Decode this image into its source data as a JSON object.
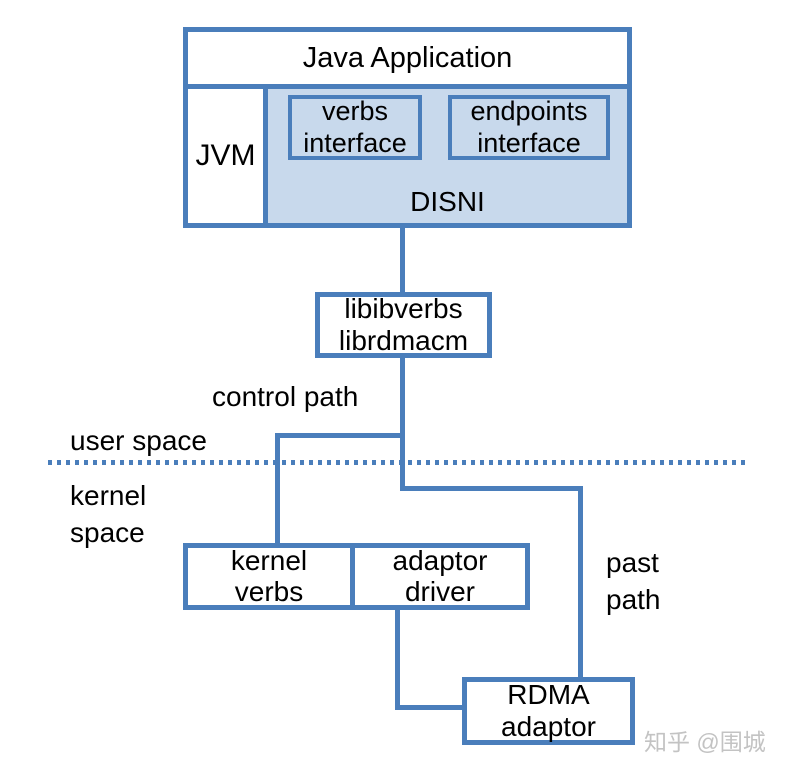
{
  "colors": {
    "line_blue": "#4a7ebb",
    "fill_light_blue": "#c8d9ec",
    "text_black": "#000000",
    "watermark_gray": "#c3c3c3"
  },
  "nodes": {
    "java_application": {
      "label": "Java Application"
    },
    "jvm": {
      "label": "JVM"
    },
    "disni": {
      "label": "DISNI"
    },
    "verbs_interface": {
      "label": "verbs\ninterface"
    },
    "endpoints_interface": {
      "label": "endpoints\ninterface"
    },
    "libibverbs": {
      "label": "libibverbs\nlibrdmacm"
    },
    "kernel_verbs": {
      "label": "kernel\nverbs"
    },
    "adaptor_driver": {
      "label": "adaptor\ndriver"
    },
    "rdma_adaptor": {
      "label": "RDMA\nadaptor"
    }
  },
  "labels": {
    "control_path": "control path",
    "user_space": "user space",
    "kernel_space": "kernel\nspace",
    "past_path": "past\npath"
  },
  "watermark": "知乎 @围城"
}
